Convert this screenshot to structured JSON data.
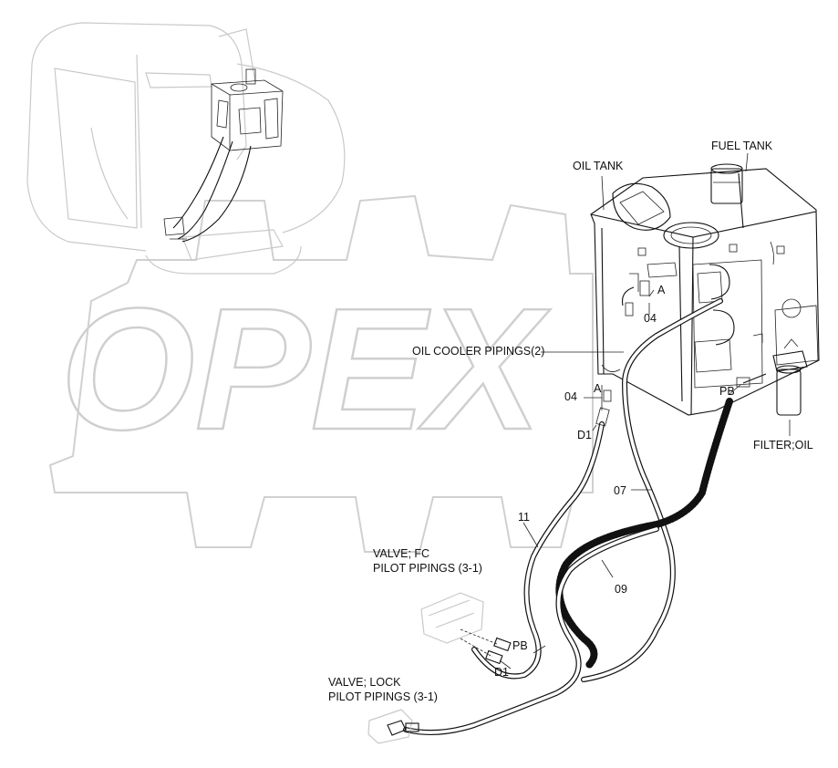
{
  "labels": {
    "fuel_tank": "FUEL TANK",
    "oil_tank": "OIL TANK",
    "oil_cooler_pipings": "OIL COOLER PIPINGS(2)",
    "a_upper": "A",
    "code_04_upper": "04",
    "code_04_left": "04",
    "a_left": "A",
    "d1_upper": "D1",
    "pb_upper": "PB",
    "filter_oil": "FILTER;OIL",
    "code_07": "07",
    "code_11": "11",
    "valve_fc_line1": "VALVE; FC",
    "valve_fc_line2": "PILOT PIPINGS (3-1)",
    "code_09": "09",
    "pb_lower": "PB",
    "d1_lower": "D1",
    "valve_lock_line1": "VALVE; LOCK",
    "valve_lock_line2": "PILOT PIPINGS (3-1)"
  },
  "watermark": {
    "text": "OPEX"
  }
}
